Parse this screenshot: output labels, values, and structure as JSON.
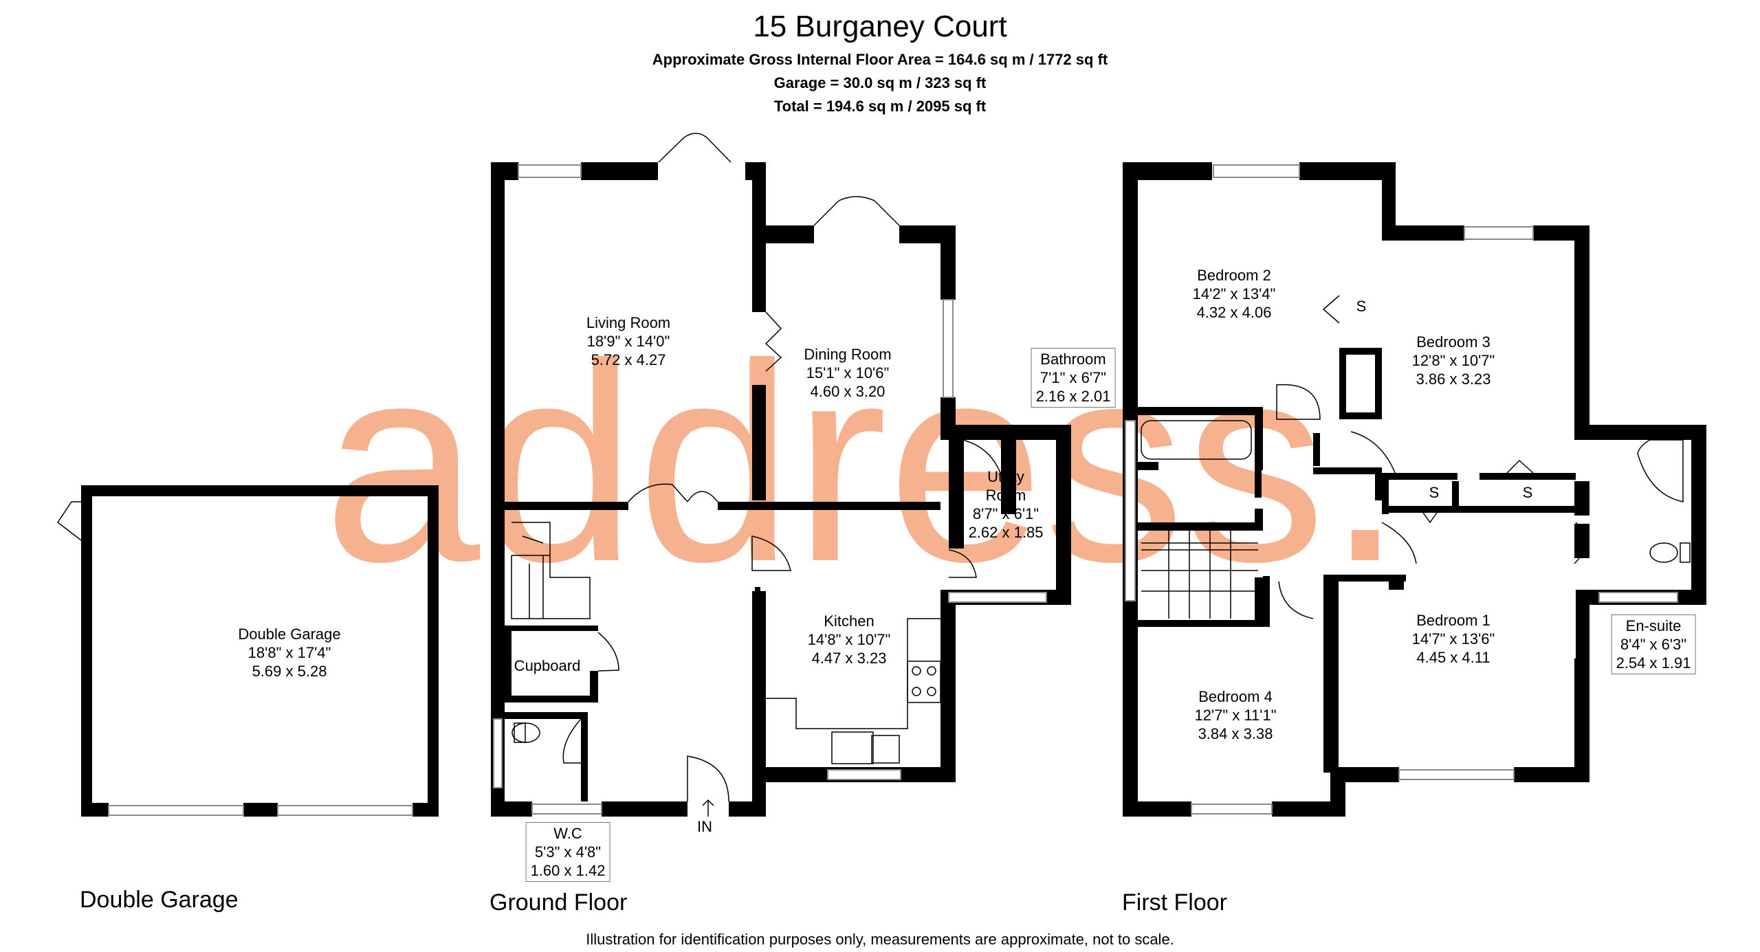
{
  "header": {
    "title": "15 Burganey Court",
    "area_line": "Approximate Gross Internal Floor Area = 164.6 sq m / 1772 sq ft",
    "garage_line": "Garage = 30.0 sq m / 323 sq ft",
    "total_line": "Total = 194.6 sq m / 2095 sq ft"
  },
  "watermark": {
    "text": "address.",
    "color": "#f4a47a"
  },
  "colors": {
    "walls": "#000000",
    "watermark": "#f4a47a",
    "window": "#9a9a9a"
  },
  "floors": {
    "garage": "Double Garage",
    "ground": "Ground Floor",
    "first": "First Floor"
  },
  "rooms": {
    "double_garage": {
      "name": "Double Garage",
      "imperial": "18'8\" x 17'4\"",
      "metric": "5.69 x 5.28"
    },
    "living_room": {
      "name": "Living Room",
      "imperial": "18'9\" x 14'0\"",
      "metric": "5.72 x 4.27"
    },
    "dining_room": {
      "name": "Dining Room",
      "imperial": "15'1\" x 10'6\"",
      "metric": "4.60 x 3.20"
    },
    "utility_room": {
      "name1": "Utility",
      "name2": "Room",
      "imperial": "8'7\" x 6'1\"",
      "metric": "2.62 x 1.85"
    },
    "kitchen": {
      "name": "Kitchen",
      "imperial": "14'8\" x 10'7\"",
      "metric": "4.47 x 3.23"
    },
    "cupboard": {
      "name": "Cupboard"
    },
    "wc": {
      "name": "W.C",
      "imperial": "5'3\" x 4'8\"",
      "metric": "1.60 x 1.42"
    },
    "bathroom": {
      "name": "Bathroom",
      "imperial": "7'1\" x 6'7\"",
      "metric": "2.16 x 2.01"
    },
    "bedroom_2": {
      "name": "Bedroom 2",
      "imperial": "14'2\" x 13'4\"",
      "metric": "4.32 x 4.06"
    },
    "bedroom_3": {
      "name": "Bedroom 3",
      "imperial": "12'8\" x 10'7\"",
      "metric": "3.86 x 3.23"
    },
    "bedroom_1": {
      "name": "Bedroom 1",
      "imperial": "14'7\" x 13'6\"",
      "metric": "4.45 x 4.11"
    },
    "bedroom_4": {
      "name": "Bedroom 4",
      "imperial": "12'7\" x 11'1\"",
      "metric": "3.84 x 3.38"
    },
    "en_suite": {
      "name": "En-suite",
      "imperial": "8'4\" x 6'3\"",
      "metric": "2.54 x 1.91"
    }
  },
  "markers": {
    "storage": "S",
    "entrance": "IN"
  },
  "footer": "Illustration for identification purposes only, measurements are approximate, not to scale."
}
